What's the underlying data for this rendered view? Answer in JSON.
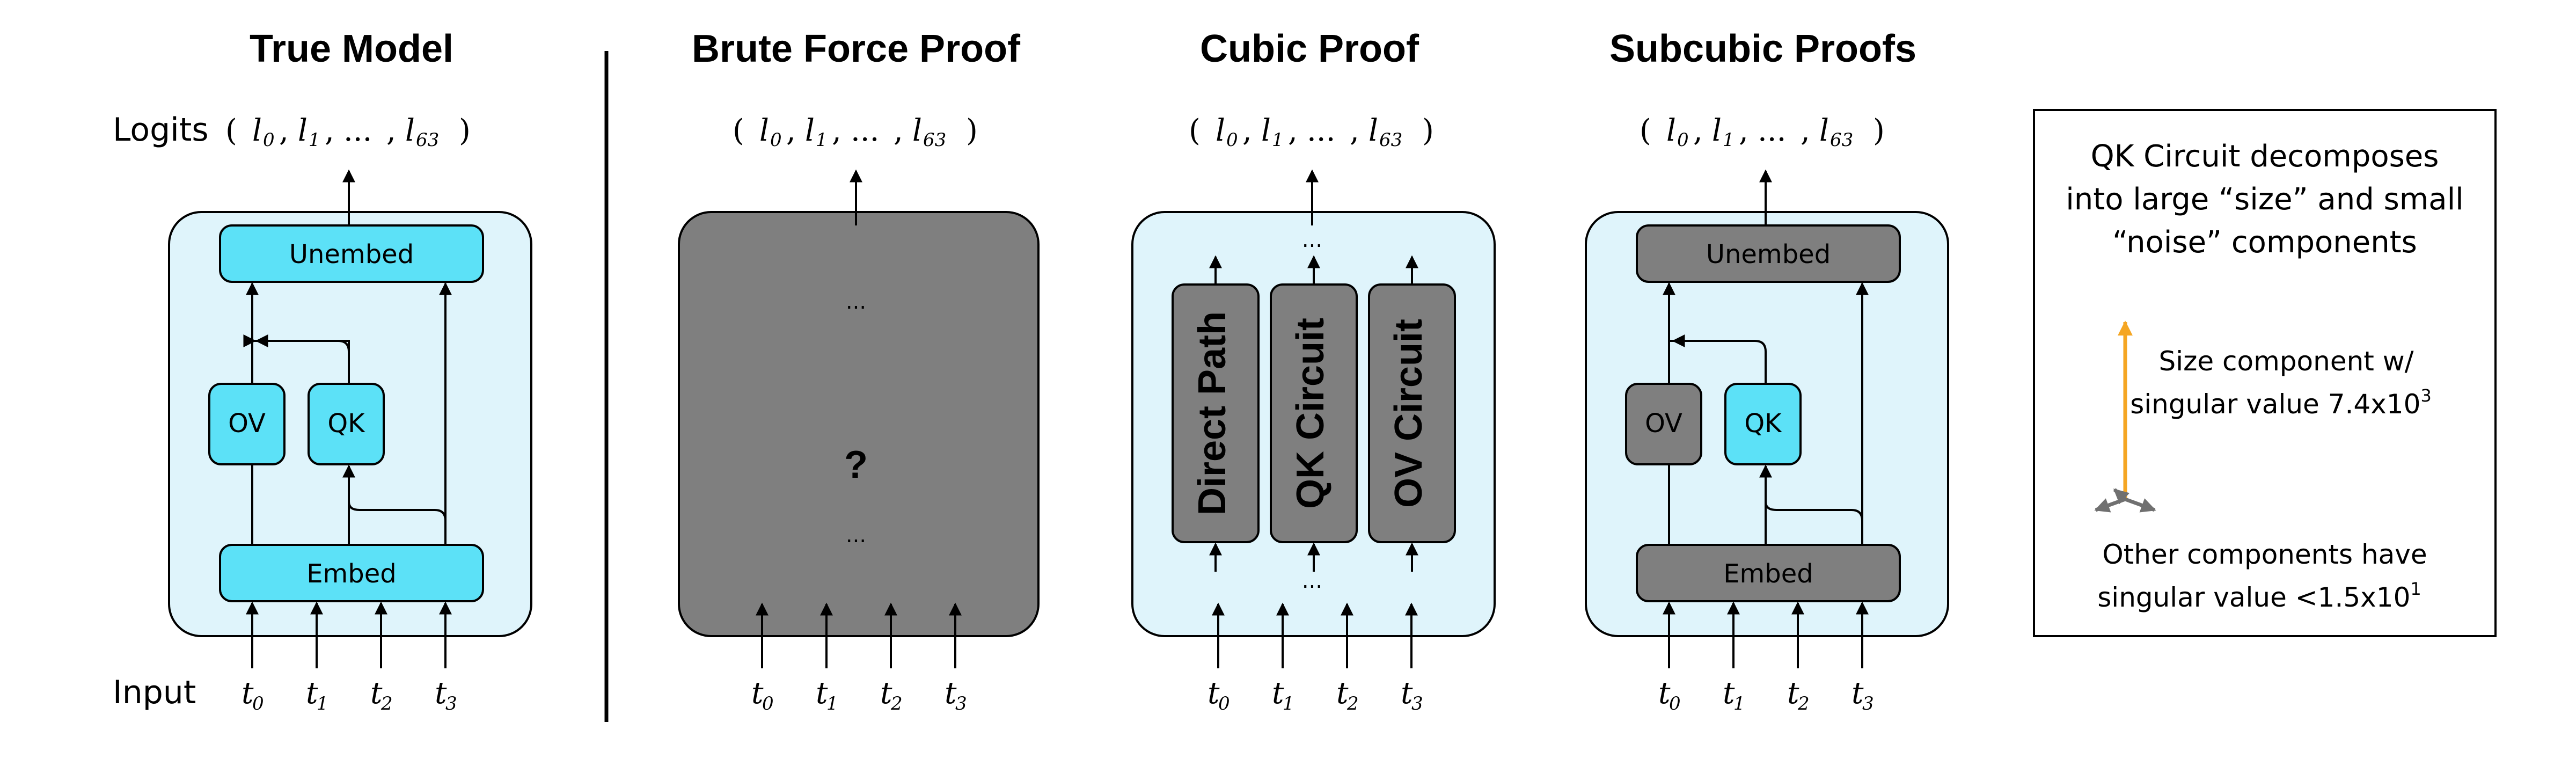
{
  "panels": [
    {
      "title": "True Model",
      "logits_label": "Logits",
      "input_label": "Input",
      "blocks": {
        "unembed": "Unembed",
        "embed": "Embed",
        "ov": "OV",
        "qk": "QK"
      }
    },
    {
      "title": "Brute Force Proof",
      "question": "?",
      "ellipsis": "..."
    },
    {
      "title": "Cubic Proof",
      "circuits": [
        "Direct Path",
        "QK Circuit",
        "OV Circuit"
      ],
      "ellipsis": "..."
    },
    {
      "title": "Subcubic Proofs",
      "blocks": {
        "unembed": "Unembed",
        "embed": "Embed",
        "ov": "OV",
        "qk": "QK"
      }
    }
  ],
  "logits": {
    "open": "(",
    "l0": "l",
    "s0": "0",
    "l1": "l",
    "s1": "1",
    "dots": "...",
    "l63": "l",
    "s63": "63",
    "close": ")"
  },
  "inputs": [
    {
      "t": "t",
      "s": "0"
    },
    {
      "t": "t",
      "s": "1"
    },
    {
      "t": "t",
      "s": "2"
    },
    {
      "t": "t",
      "s": "3"
    }
  ],
  "legend": {
    "heading": [
      "QK Circuit decomposes",
      "into large “size” and small",
      "“noise” components"
    ],
    "size_line1": "Size component w/",
    "size_line2": "singular value 7.4x10",
    "size_exp": "3",
    "other_line1": "Other components have",
    "other_line2": "singular value <1.5x10",
    "other_exp": "1"
  },
  "colors": {
    "panel_bg": "#dff4fb",
    "block_cyan": "#5ce1f7",
    "block_gray": "#7f7f7f",
    "orange": "#f5a623",
    "gray_arrow": "#707070"
  }
}
